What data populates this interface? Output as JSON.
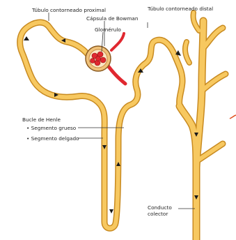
{
  "labels": {
    "proximal": "Túbulo contorneado proximal",
    "bowman": "Cápsula de Bowman",
    "glomerulo": "Glomérulo",
    "distal": "Túbulo contorneado distal",
    "henle": "Bucle de Henle",
    "grueso": "Segmento grueso",
    "delgado": "Segmento delgado",
    "colector": "Conducto colector"
  },
  "colors": {
    "tubule": "#f7c860",
    "tubule_edge": "#c88a20",
    "capsule": "#f0c27a",
    "capillary_red": "#e02830",
    "background": "#ffffff",
    "arrow": "#1a1a1a"
  }
}
